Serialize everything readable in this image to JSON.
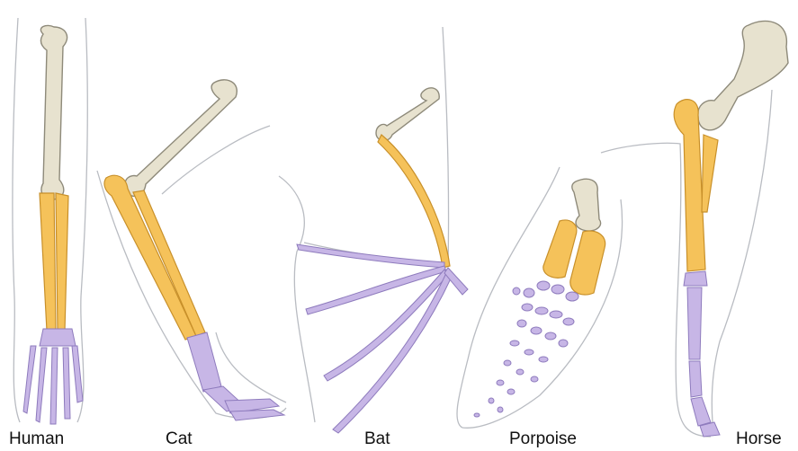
{
  "labels": {
    "human": "Human",
    "cat": "Cat",
    "bat": "Bat",
    "porpoise": "Porpoise",
    "horse": "Horse"
  },
  "colors": {
    "humerus": "#e7e2cf",
    "radius_ulna": "#f5c25a",
    "carpals_phalanges": "#c7b6e6",
    "outline": "#b9bcc2"
  }
}
